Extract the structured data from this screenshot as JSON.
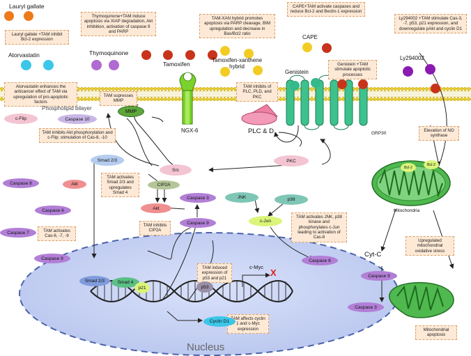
{
  "molecules": {
    "lauryl_gallate": "Lauryl gallate",
    "atorvastatin": "Atorvastatin",
    "thymoquinone": "Thymoquinone",
    "tamoxifen": "Tamoxifen",
    "tamoxifen_xanthene": "Tamoxifen-xanthene\nhybrid",
    "cape": "CAPE",
    "genistein": "Genistein",
    "ly294002": "Ly294002"
  },
  "notes": {
    "lauryl": "Lauryl gallate +TAM inhibit Bcl-2 expression",
    "thymo": "Thymoquinone+TAM induce apoptosis via XIAP degradation, Akt inhibition, activation of caspase 9 and PARP",
    "xan": "TAM-XAN hybrid promotes apoptosis via PARP cleavage, BIM upregulation and decrease in Bax/Bcl2 ratio",
    "cape": "CAPE+TAM activate caspases and reduce Bcl-2 and Beclin-1 expression",
    "ly": "Ly294002 +TAM stimulate Cas-3, -7, p53, p21 expression, and downregulate pAkt and cyclin D1",
    "atorva": "Atorvastatin enhances the anticancer effect of TAM via upregulation of pro-apoptotic factors",
    "mmp": "TAM supresses MMP",
    "plc": "TAM inhibits of PLC, PLD, and PKC",
    "genistein": "Genistein +TAM stimulate apoptotic processes",
    "no": "Elevation of NO synthase",
    "akt": "TAM inhibits Akt phosphorylation and c-Flip; stimulation of Cas-8, -10",
    "smad": "TAM activates Smad 2/3 and upregulates Smad 4",
    "cip2a": "TAM inhibits CIP2A",
    "cas67": "TAM activates Cas-6, -7, -9",
    "jnk": "TAM activates JNK, p38 kinase and phosphorylates c-Jun leading to activation of Cas-8",
    "p53": "TAM induced expression of p53 and p21",
    "cyclin": "TAM affects cyclin 1 and c-Myc expression",
    "mito_stress": "Upregulated mitochondrial oxidative stress",
    "mito_apop": "Mitochondrial apoptosis"
  },
  "labels": {
    "mmp": "MMP",
    "phospholipid": "Phospholipid bilayer",
    "ngx6": "NGX-6",
    "plc": "PLC & D",
    "grp30": "GRP30",
    "mitochondria": "Mitochondria",
    "cytc": "Cyt-C",
    "nucleus": "Nucleus",
    "cmyc": "c-Myc",
    "bcl2a": "Bcl-2",
    "bcl2b": "Bcl-2",
    "x": "X"
  },
  "proteins": {
    "cflip": "c-Flip",
    "casp10": "Caspase 10",
    "casp8a": "Caspase 8",
    "casp6": "Caspase 6",
    "casp7": "Caspase 7",
    "casp9a": "Caspase 9",
    "smad23a": "Smad 2/3",
    "akt1": "Akt",
    "src": "Src",
    "cip2a": "CIP2A",
    "akt2": "Akt",
    "pkc": "PKC",
    "casp3a": "Caspase 3",
    "casp9b": "Caspase 9",
    "jnk": "JNK",
    "p38": "p38",
    "cjun": "c-Jun",
    "casp8b": "Caspase 8",
    "smad23b": "Smad 2/3",
    "smad4": "Smad 4",
    "p21": "p21",
    "p53": "p53",
    "cyclind1": "Cyclin D1",
    "casp9c": "Caspase 9",
    "casp3b": "Caspase 3"
  },
  "colors": {
    "membrane_head": "#e9cc2c",
    "nucleus": "#c9d4f3",
    "mitochondria": "#4fb84f",
    "molecule_red": "#c8341b",
    "molecule_yellow": "#f2cc25",
    "molecule_orange": "#ee7a1c",
    "molecule_cyan": "#3cc6e8",
    "molecule_purple": "#b06ad2",
    "molecule_teal": "#34b98a",
    "molecule_violet": "#8b1bb0"
  }
}
